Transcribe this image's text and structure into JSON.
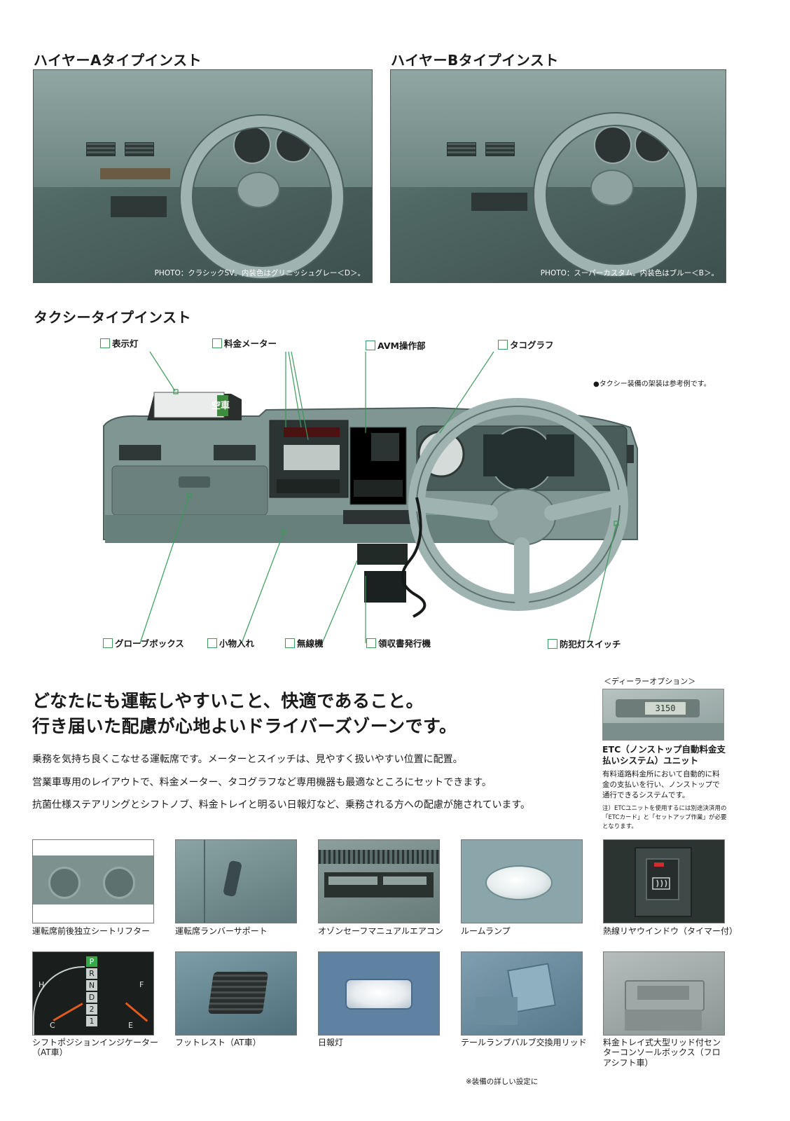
{
  "top_left": {
    "title": "ハイヤーAタイプインスト",
    "caption": "PHOTO：クラシックSV。内装色はグリニッシュグレー＜D＞。"
  },
  "top_right": {
    "title": "ハイヤーBタイプインスト",
    "caption": "PHOTO：スーパーカスタム。内装色はブルー＜B＞。"
  },
  "taxi": {
    "title": "タクシータイプインスト",
    "note": "●タクシー装備の架装は参考例です。",
    "sign_text": "空車",
    "callouts_top": [
      "表示灯",
      "料金メーター",
      "AVM操作部",
      "タコグラフ"
    ],
    "callouts_bottom": [
      "グローブボックス",
      "小物入れ",
      "無線機",
      "領収書発行機",
      "防犯灯スイッチ"
    ]
  },
  "headline": {
    "line1": "どなたにも運転しやすいこと、快適であること。",
    "line2": "行き届いた配慮が心地よいドライバーズゾーンです。"
  },
  "body": [
    "乗務を気持ち良くこなせる運転席です。メーターとスイッチは、見やすく扱いやすい位置に配置。",
    "営業車専用のレイアウトで、料金メーター、タコグラフなど専用機器も最適なところにセットできます。",
    "抗菌仕様ステアリングとシフトノブ、料金トレイと明るい日報灯など、乗務される方への配慮が施されています。"
  ],
  "etc": {
    "label": "＜ディーラーオプション＞",
    "display": "3150",
    "title": "ETC（ノンストップ自動料金支払いシステム）ユニット",
    "body": "有料道路料金所において自動的に料金の支払いを行い、ノンストップで通行できるシステムです。",
    "note": "注）ETCユニットを使用するには別途決済用の「ETCカード」と「セットアップ作業」が必要となります。"
  },
  "features_row1": [
    "運転席前後独立シートリフター",
    "運転席ランバーサポート",
    "オゾンセーフマニュアルエアコン",
    "ルームランプ",
    "熱線リヤウインドウ（タイマー付）"
  ],
  "features_row2": [
    "シフトポジションインジケーター（AT車）",
    "フットレスト（AT車）",
    "日報灯",
    "テールランプバルブ交換用リッド",
    "料金トレイ式大型リッド付センターコンソールボックス（フロアシフト車）"
  ],
  "gear_letters": [
    "P",
    "R",
    "N",
    "D",
    "2",
    "1"
  ],
  "gauge_letters": [
    "H",
    "C",
    "F",
    "E"
  ],
  "footer_note": "※装備の詳しい設定に",
  "colors": {
    "accent_green": "#3b9a5a",
    "interior_teal": "#6f8a86"
  }
}
